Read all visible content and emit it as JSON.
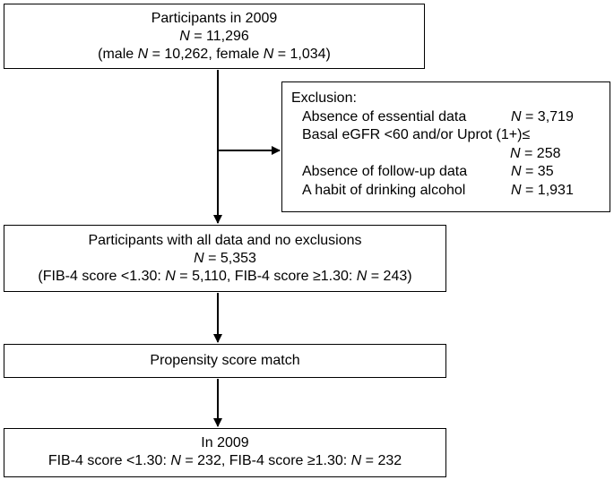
{
  "box1": {
    "line1": "Participants in 2009",
    "n_label": "N",
    "n_value": " = 11,296",
    "paren_open": "(male ",
    "male_n": "N",
    "male_value": " = 10,262, female ",
    "female_n": "N",
    "female_value": " = 1,034)"
  },
  "exclusion": {
    "title": "Exclusion:",
    "rows": [
      {
        "label": "Absence of essential data",
        "n": "N",
        "value": " = 3,719"
      },
      {
        "label": "Basal eGFR <60 and/or Uprot (1+)≤",
        "n": "N",
        "value": " = 258"
      },
      {
        "label": "Absence of follow-up data",
        "n": "N",
        "value": " = 35"
      },
      {
        "label": "A habit of drinking alcohol",
        "n": "N",
        "value": " = 1,931"
      }
    ]
  },
  "box3": {
    "line1": "Participants with all data and no exclusions",
    "n_label": "N",
    "n_value": " = 5,353",
    "part1": "(FIB-4 score <1.30: ",
    "n2": "N",
    "part2": " = 5,110,  FIB-4 score ≥1.30: ",
    "n3": "N",
    "part3": " = 243)"
  },
  "box4": {
    "label": "Propensity score match"
  },
  "box5": {
    "line1": "In 2009",
    "part1": "FIB-4 score <1.30: ",
    "n1": "N",
    "part2": " = 232,  FIB-4 score ≥1.30: ",
    "n2": "N",
    "part3": " = 232"
  }
}
